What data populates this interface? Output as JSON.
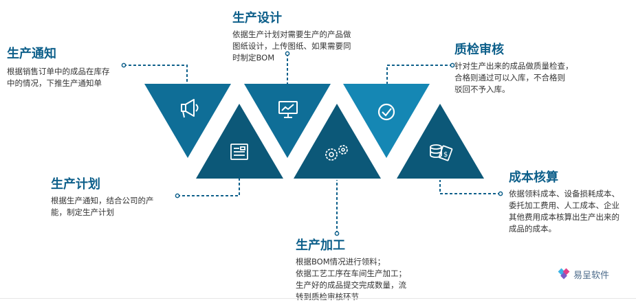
{
  "colors": {
    "dark": "#0c5878",
    "mid": "#0f6e97",
    "light": "#1587b4",
    "title": "#0d5f8a",
    "dash": "#0d5f8a"
  },
  "steps": [
    {
      "id": "notify",
      "title": "生产通知",
      "desc": "根据销售订单中的成品在库存\n中的情况，下推生产通知单",
      "icon": "megaphone-icon"
    },
    {
      "id": "design",
      "title": "生产设计",
      "desc": "依据生产计划对需要生产的产品做\n图纸设计，上传图纸、如果需要同\n时制定BOM",
      "icon": "monitor-chart-icon"
    },
    {
      "id": "qc",
      "title": "质检审核",
      "desc": "针对生产出来的成品做质量检查，\n合格则通过可以入库，不合格则\n驳回不予入库。",
      "icon": "check-circle-icon"
    },
    {
      "id": "plan",
      "title": "生产计划",
      "desc": "根据生产通知，结合公司的产\n能，制定生产计划",
      "icon": "document-icon"
    },
    {
      "id": "process",
      "title": "生产加工",
      "desc": "根据BOM情况进行领料；\n依据工艺工序在车间生产加工；\n生产好的成品提交完成数量，流\n转到质检审核环节",
      "icon": "gears-icon"
    },
    {
      "id": "cost",
      "title": "成本核算",
      "desc": "依据领料成本、设备损耗成本、\n委托加工费用、人工成本、企业\n其他费用成本核算出生产出来的\n成品的成本。",
      "icon": "coins-icon"
    }
  ],
  "brand": {
    "name": "易呈软件",
    "icon": "brand-logo-icon"
  }
}
